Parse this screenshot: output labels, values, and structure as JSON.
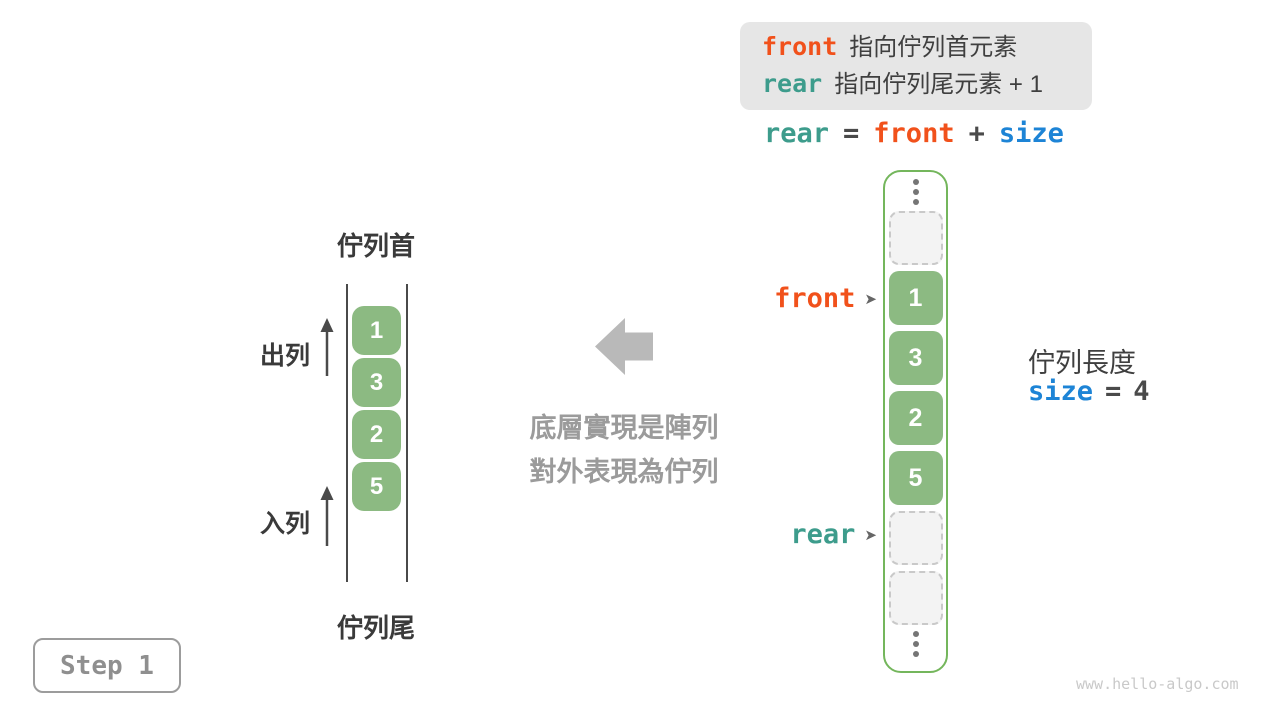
{
  "colors": {
    "orange": "#f1511b",
    "teal": "#3d9c8c",
    "blue": "#1d84d6",
    "green_fill": "#8cba82",
    "green_border": "#74b65c",
    "gray_annotation": "#9b9b9b",
    "dark_text": "#3f3f3f"
  },
  "legend": {
    "line1_keyword": "front",
    "line1_text": "指向佇列首元素",
    "line2_keyword": "rear",
    "line2_text": "指向佇列尾元素 + 1"
  },
  "formula": {
    "lhs": "rear",
    "eq": "=",
    "operand1": "front",
    "plus": "+",
    "operand2": "size"
  },
  "pointers": {
    "front_label": "front",
    "rear_label": "rear",
    "arrow_glyph": "➤"
  },
  "array": {
    "values": [
      "1",
      "3",
      "2",
      "5"
    ]
  },
  "queue": {
    "head_label": "佇列首",
    "tail_label": "佇列尾",
    "dequeue_label": "出列",
    "enqueue_label": "入列",
    "values": [
      "1",
      "3",
      "2",
      "5"
    ]
  },
  "middle": {
    "line1": "底層實現是陣列",
    "line2": "對外表現為佇列"
  },
  "size_info": {
    "label": "佇列長度",
    "keyword": "size",
    "eq": "=",
    "value": "4"
  },
  "step": {
    "label": "Step 1"
  },
  "watermark": "www.hello-algo.com",
  "icons": {
    "ellipsis": "vertical-dots",
    "pointer_arrow": "right-arrowhead",
    "block_arrow": "left-block-arrow",
    "flow_arrows": "up-arrow"
  }
}
